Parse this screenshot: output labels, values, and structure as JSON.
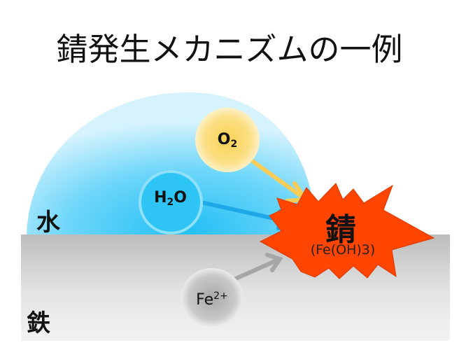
{
  "title": "錆発生メカニズムの一例",
  "labels": {
    "water": "水",
    "iron": "鉄"
  },
  "molecules": {
    "o2": {
      "base": "O",
      "sub": "2",
      "color": "#f9d96a"
    },
    "h2o": {
      "base_h": "H",
      "sub": "2",
      "base_o": "O",
      "color": "#2ec5f5"
    },
    "fe": {
      "base": "Fe",
      "sup": "2+",
      "color": "#a9a9a9"
    }
  },
  "rust": {
    "kanji": "錆",
    "formula": "(Fe(OH)3)",
    "color": "#ff4500"
  },
  "arrows": [
    {
      "from": "o2",
      "to": "rust",
      "color": "#f9cc55"
    },
    {
      "from": "h2o",
      "to": "rust",
      "color": "#1fa8e8"
    },
    {
      "from": "fe",
      "to": "rust",
      "color": "#a6a6a6"
    }
  ],
  "colors": {
    "water_drop": "#4fd0fb",
    "iron_top": "#bdbdbd",
    "iron_bottom": "#f2f2f2"
  }
}
